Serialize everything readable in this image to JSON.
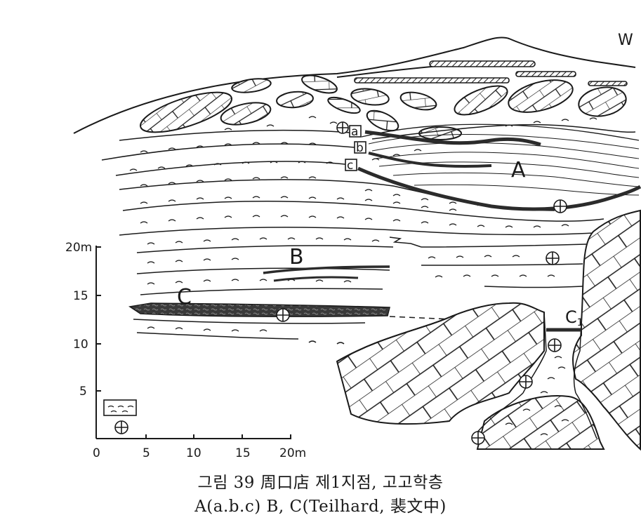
{
  "direction": "W",
  "layers": {
    "a": "A",
    "b": "B",
    "c": "C",
    "c1": "C",
    "c1_sub": "1"
  },
  "samples": {
    "a": "a",
    "b": "b",
    "c": "c"
  },
  "scale": {
    "y_ticks": [
      "20m",
      "15",
      "10",
      "5"
    ],
    "x_ticks": [
      "0",
      "5",
      "10",
      "15",
      "20m"
    ]
  },
  "caption": {
    "line1": "그림 39  周口店 제1지점, 고고학층",
    "line2": "A(a.b.c)  B, C(Teilhard, 裴文中)"
  }
}
